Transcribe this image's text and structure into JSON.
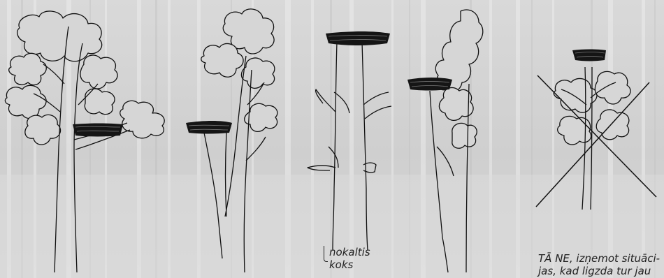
{
  "captions": {
    "dead_tree": [
      "nokaltis",
      "koks"
    ],
    "not_like_this": [
      "TĀ NE, izņemot situāci-",
      "jas, kad ligzda tur jau"
    ]
  },
  "colors": {
    "background": "#d3d3d3",
    "ink": "#111111",
    "forest": "#e9e9e9"
  }
}
